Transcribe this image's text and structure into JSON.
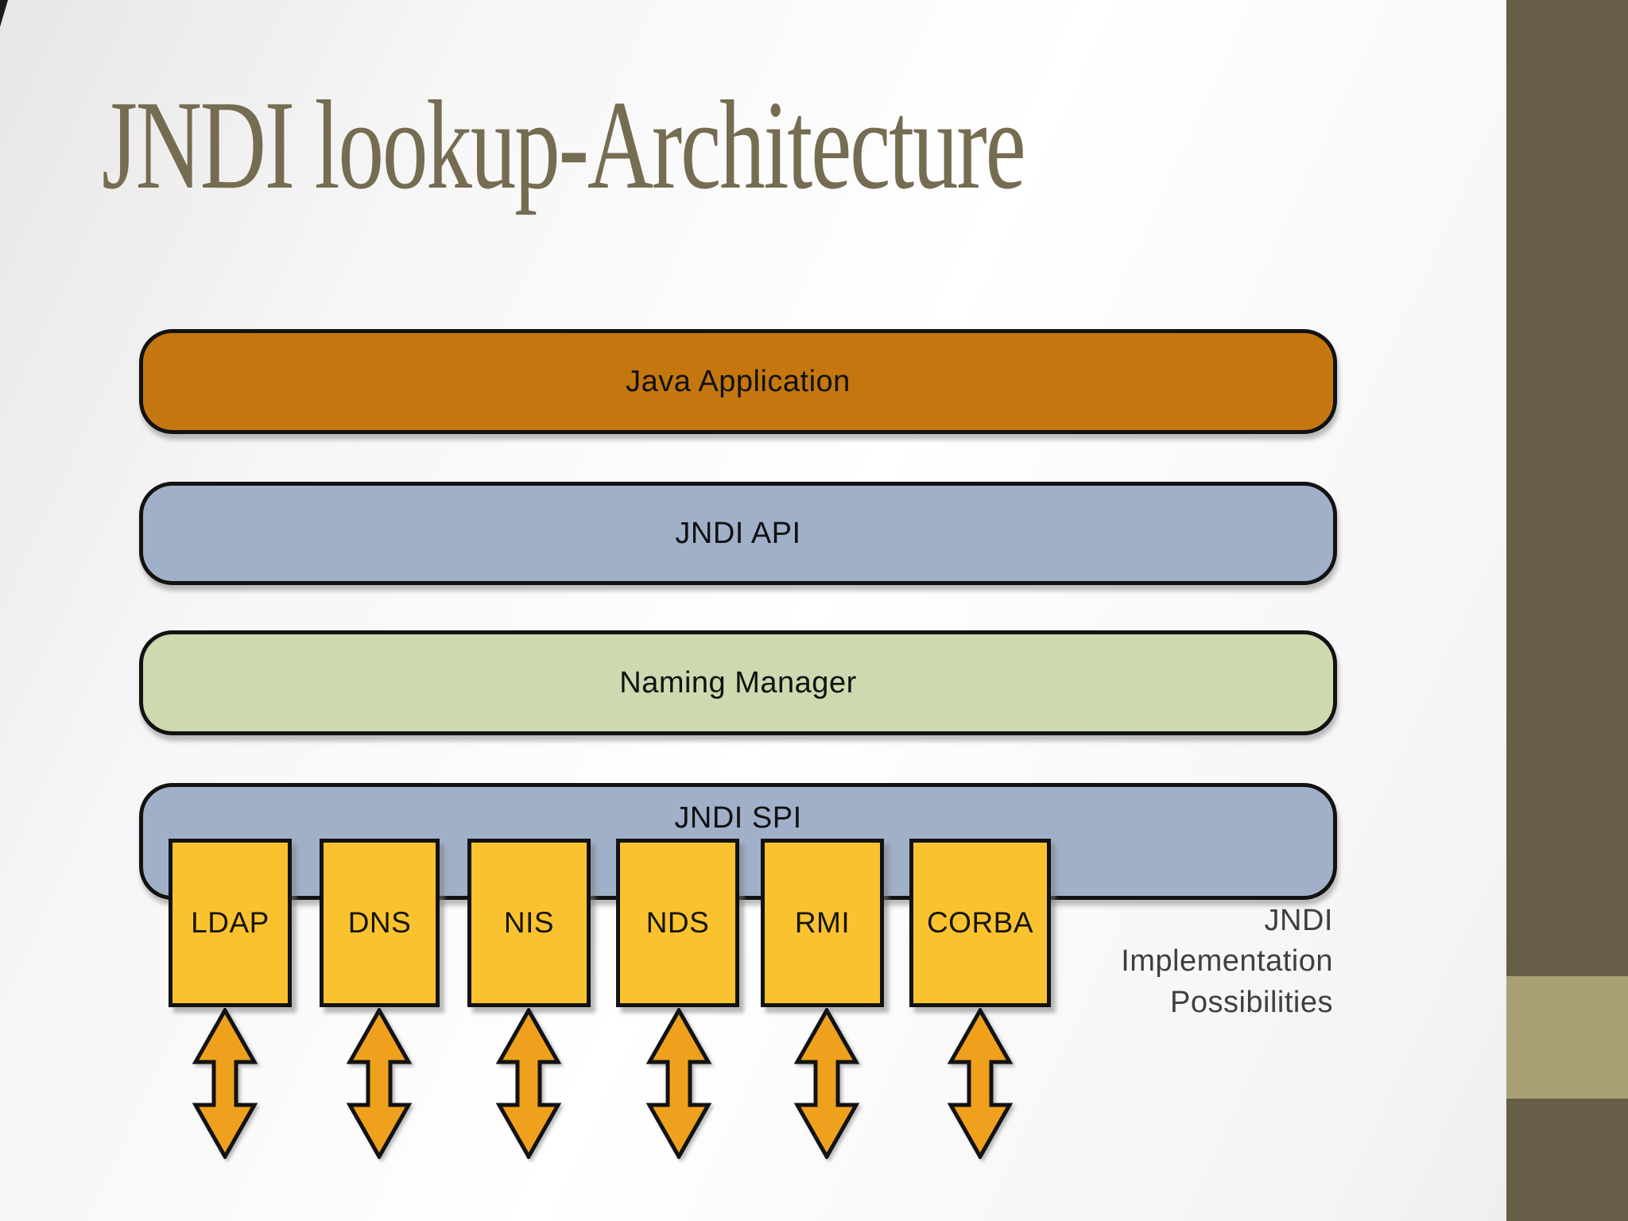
{
  "slide": {
    "title": "JNDI lookup-Architecture"
  },
  "diagram": {
    "layers": [
      {
        "id": "java-application",
        "label": "Java Application",
        "color": "#c4770f"
      },
      {
        "id": "jndi-api",
        "label": "JNDI API",
        "color": "#a0b0c8"
      },
      {
        "id": "naming-manager",
        "label": "Naming Manager",
        "color": "#cdd9ae"
      },
      {
        "id": "jndi-spi",
        "label": "JNDI SPI",
        "color": "#a0b0c8"
      }
    ],
    "providers": [
      {
        "label": "LDAP"
      },
      {
        "label": "DNS"
      },
      {
        "label": "NIS"
      },
      {
        "label": "NDS"
      },
      {
        "label": "RMI"
      },
      {
        "label": "CORBA"
      }
    ],
    "provider_fill": "#fbc230",
    "arrow_icon": "double-vertical-arrow",
    "arrow_fill": "#efa11d",
    "annotation": {
      "text": "JNDI Implementation Possibilities",
      "lines": [
        "JNDI",
        "Implementation",
        "Possibilities"
      ]
    }
  },
  "theme": {
    "accent_bar": "#665e46",
    "accent_band": "#a9a175",
    "title_color": "#756c52",
    "background": "#f5f3f4",
    "border_color": "#121212"
  }
}
